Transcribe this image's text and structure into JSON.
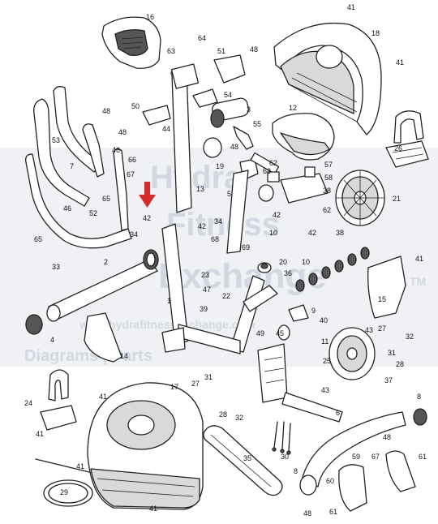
{
  "watermark": {
    "lines": [
      "Hydra",
      "Fitness",
      "Exchange"
    ],
    "footer": "Diagrams | Parts",
    "url": "www.hydrafitnessexchange.com",
    "mark": "TM"
  },
  "arrow_label": "42",
  "callouts": [
    {
      "id": "c1",
      "text": "41"
    },
    {
      "id": "c2",
      "text": "18"
    },
    {
      "id": "c3",
      "text": "41"
    },
    {
      "id": "c4",
      "text": "16"
    },
    {
      "id": "c5",
      "text": "64"
    },
    {
      "id": "c6",
      "text": "63"
    },
    {
      "id": "c7",
      "text": "51"
    },
    {
      "id": "c8",
      "text": "48"
    },
    {
      "id": "c9",
      "text": "48"
    },
    {
      "id": "c10",
      "text": "50"
    },
    {
      "id": "c11",
      "text": "54"
    },
    {
      "id": "c12",
      "text": "3"
    },
    {
      "id": "c13",
      "text": "12"
    },
    {
      "id": "c14",
      "text": "48"
    },
    {
      "id": "c15",
      "text": "44"
    },
    {
      "id": "c16",
      "text": "55"
    },
    {
      "id": "c17",
      "text": "48"
    },
    {
      "id": "c18",
      "text": "53"
    },
    {
      "id": "c19",
      "text": "7"
    },
    {
      "id": "c20",
      "text": "46"
    },
    {
      "id": "c21",
      "text": "66"
    },
    {
      "id": "c22",
      "text": "19"
    },
    {
      "id": "c23",
      "text": "62"
    },
    {
      "id": "c24",
      "text": "57"
    },
    {
      "id": "c25",
      "text": "58"
    },
    {
      "id": "c26",
      "text": "26"
    },
    {
      "id": "c27",
      "text": "65"
    },
    {
      "id": "c28",
      "text": "67"
    },
    {
      "id": "c29",
      "text": "13"
    },
    {
      "id": "c30",
      "text": "5"
    },
    {
      "id": "c31",
      "text": "63"
    },
    {
      "id": "c32",
      "text": "38"
    },
    {
      "id": "c33",
      "text": "21"
    },
    {
      "id": "c34",
      "text": "46"
    },
    {
      "id": "c35",
      "text": "52"
    },
    {
      "id": "c36",
      "text": "42"
    },
    {
      "id": "c37",
      "text": "42"
    },
    {
      "id": "c38",
      "text": "62"
    },
    {
      "id": "c39",
      "text": "34"
    },
    {
      "id": "c40",
      "text": "34"
    },
    {
      "id": "c41",
      "text": "10"
    },
    {
      "id": "c42",
      "text": "42"
    },
    {
      "id": "c43",
      "text": "68"
    },
    {
      "id": "c44",
      "text": "38"
    },
    {
      "id": "c45",
      "text": "65"
    },
    {
      "id": "c46",
      "text": "69"
    },
    {
      "id": "c47",
      "text": "10"
    },
    {
      "id": "c48",
      "text": "33"
    },
    {
      "id": "c49",
      "text": "2"
    },
    {
      "id": "c50",
      "text": "20"
    },
    {
      "id": "c51",
      "text": "41"
    },
    {
      "id": "c52",
      "text": "36"
    },
    {
      "id": "c53",
      "text": "23"
    },
    {
      "id": "c54",
      "text": "15"
    },
    {
      "id": "c55",
      "text": "47"
    },
    {
      "id": "c56",
      "text": "22"
    },
    {
      "id": "c57",
      "text": "1"
    },
    {
      "id": "c58",
      "text": "9"
    },
    {
      "id": "c59",
      "text": "39"
    },
    {
      "id": "c60",
      "text": "40"
    },
    {
      "id": "c61",
      "text": "4"
    },
    {
      "id": "c62",
      "text": "49"
    },
    {
      "id": "c63",
      "text": "45"
    },
    {
      "id": "c64",
      "text": "11"
    },
    {
      "id": "c65",
      "text": "43"
    },
    {
      "id": "c66",
      "text": "27"
    },
    {
      "id": "c67",
      "text": "32"
    },
    {
      "id": "c68",
      "text": "14"
    },
    {
      "id": "c69",
      "text": "31"
    },
    {
      "id": "c70",
      "text": "28"
    },
    {
      "id": "c71",
      "text": "25"
    },
    {
      "id": "c72",
      "text": "24"
    },
    {
      "id": "c73",
      "text": "31"
    },
    {
      "id": "c74",
      "text": "27"
    },
    {
      "id": "c75",
      "text": "37"
    },
    {
      "id": "c76",
      "text": "43"
    },
    {
      "id": "c77",
      "text": "17"
    },
    {
      "id": "c78",
      "text": "41"
    },
    {
      "id": "c79",
      "text": "8"
    },
    {
      "id": "c80",
      "text": "28"
    },
    {
      "id": "c81",
      "text": "32"
    },
    {
      "id": "c82",
      "text": "6"
    },
    {
      "id": "c83",
      "text": "41"
    },
    {
      "id": "c84",
      "text": "48"
    },
    {
      "id": "c85",
      "text": "30"
    },
    {
      "id": "c86",
      "text": "35"
    },
    {
      "id": "c87",
      "text": "59"
    },
    {
      "id": "c88",
      "text": "67"
    },
    {
      "id": "c89",
      "text": "61"
    },
    {
      "id": "c90",
      "text": "41"
    },
    {
      "id": "c91",
      "text": "8"
    },
    {
      "id": "c92",
      "text": "60"
    },
    {
      "id": "c93",
      "text": "29"
    },
    {
      "id": "c94",
      "text": "41"
    },
    {
      "id": "c95",
      "text": "48"
    },
    {
      "id": "c96",
      "text": "61"
    }
  ]
}
